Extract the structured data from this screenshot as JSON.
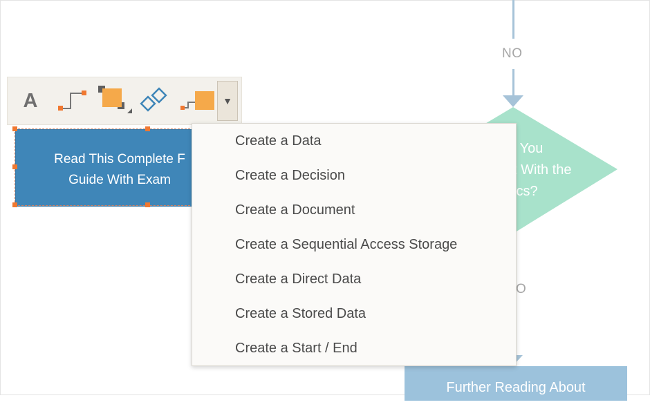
{
  "flowchart": {
    "no_label_top": "NO",
    "no_label_bottom_fragment": "O",
    "decision_text": {
      "line1": "l You",
      "line2": "t  With the",
      "line3": "ics?"
    },
    "selected_box": {
      "line1": "Read This Complete F",
      "line2": "Guide With Exam"
    },
    "bottom_box": "Further Reading About"
  },
  "toolbar": {
    "text_tool_label": "A",
    "tools": [
      "text-icon",
      "connector-icon",
      "arrange-icon",
      "link-icon",
      "add-shape-icon",
      "dropdown-arrow-icon"
    ],
    "dropdown_glyph": "▼"
  },
  "menu": {
    "items": [
      "Create a Data",
      "Create a Decision",
      "Create a Document",
      "Create a Sequential Access Storage",
      "Create a Direct Data",
      "Create a Stored Data",
      "Create a Start / End"
    ]
  },
  "colors": {
    "selected_box": "#3f86b8",
    "decision": "#a8e2cb",
    "bottom_box": "#9cc2dc",
    "connector": "#a6c3d8",
    "accent_orange": "#f5a94a",
    "handle": "#f07830"
  }
}
